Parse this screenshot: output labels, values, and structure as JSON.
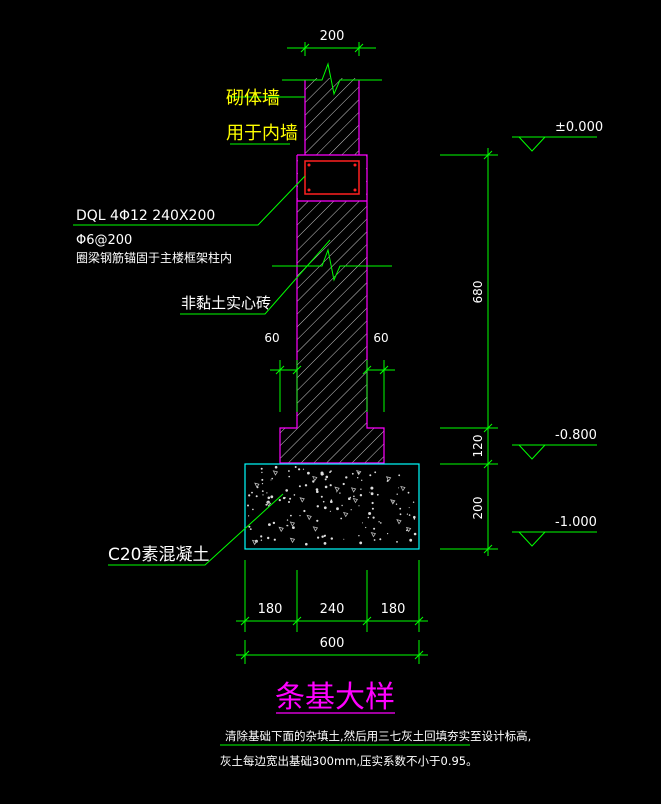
{
  "colors": {
    "background": "#000000",
    "dim": "#00ff00",
    "wall_outline": "#ff00ff",
    "beam_box": "#ff2020",
    "concrete_outline": "#00ffff",
    "yellow_text": "#ffff00",
    "white_text": "#ffffff",
    "title_color": "#ff00ff"
  },
  "dimensions": {
    "top_width": "200",
    "offset_left": "60",
    "offset_right": "60",
    "height_wall": "680",
    "height_step": "120",
    "height_base": "200",
    "bottom_left": "180",
    "bottom_mid": "240",
    "bottom_right": "180",
    "bottom_total": "600"
  },
  "elevations": {
    "top": "±0.000",
    "mid": "-0.800",
    "bottom": "-1.000"
  },
  "labels": {
    "wall_line1": "砌体墙",
    "wall_line2": "用于内墙",
    "beam_line1": "DQL 4Φ12 240X200",
    "beam_line2": "Φ6@200",
    "beam_line3": "圈梁钢筋锚固于主楼框架柱内",
    "brick": "非黏土实心砖",
    "concrete": "C20素混凝土"
  },
  "title": "条基大样",
  "notes": {
    "line1": "清除基础下面的杂填土,然后用三七灰土回填夯实至设计标高,",
    "line2": "灰土每边宽出基础300mm,压实系数不小于0.95。"
  }
}
